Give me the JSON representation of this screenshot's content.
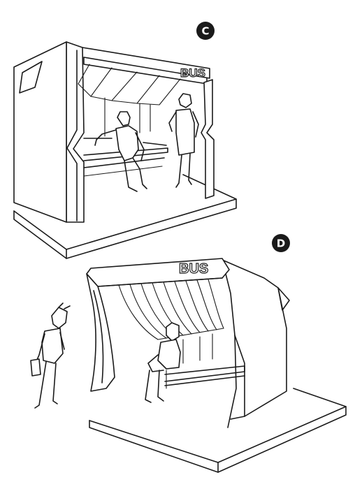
{
  "figures": [
    {
      "badge_letter": "C",
      "sign_text": "BUS"
    },
    {
      "badge_letter": "D",
      "sign_text": "BUS"
    }
  ],
  "colors": {
    "ink": "#1a1a1a",
    "paper": "#ffffff"
  }
}
